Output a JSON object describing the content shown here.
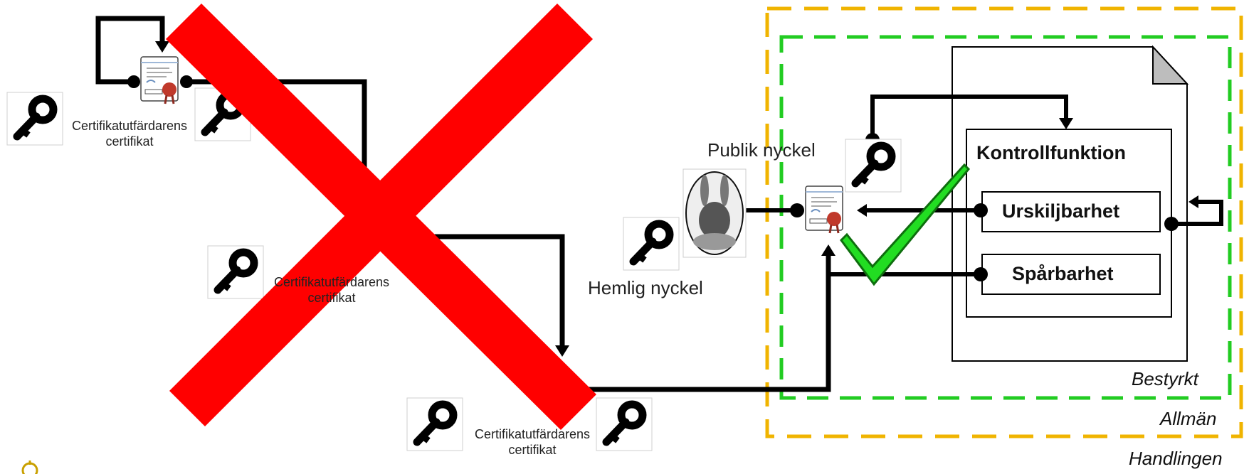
{
  "labels": {
    "ca_certificate_line1": "Certifikatutfärdarens",
    "ca_certificate_line2": "certifikat",
    "public_key": "Publik nyckel",
    "secret_key": "Hemlig nyckel",
    "control_function": "Kontrollfunktion",
    "distinguishability": "Urskiljbarhet",
    "traceability": "Spårbarhet",
    "certified": "Bestyrkt",
    "public": "Allmän",
    "document": "Handlingen"
  },
  "colors": {
    "cross": "#ff0000",
    "check": "#22dd22",
    "certified_border": "#22cc22",
    "public_border": "#f0b400",
    "line": "#000000"
  },
  "icons": [
    "key-icon",
    "certificate-icon",
    "rabbit-photo",
    "document-page",
    "checkmark-icon",
    "cross-mark",
    "crest-logo"
  ]
}
